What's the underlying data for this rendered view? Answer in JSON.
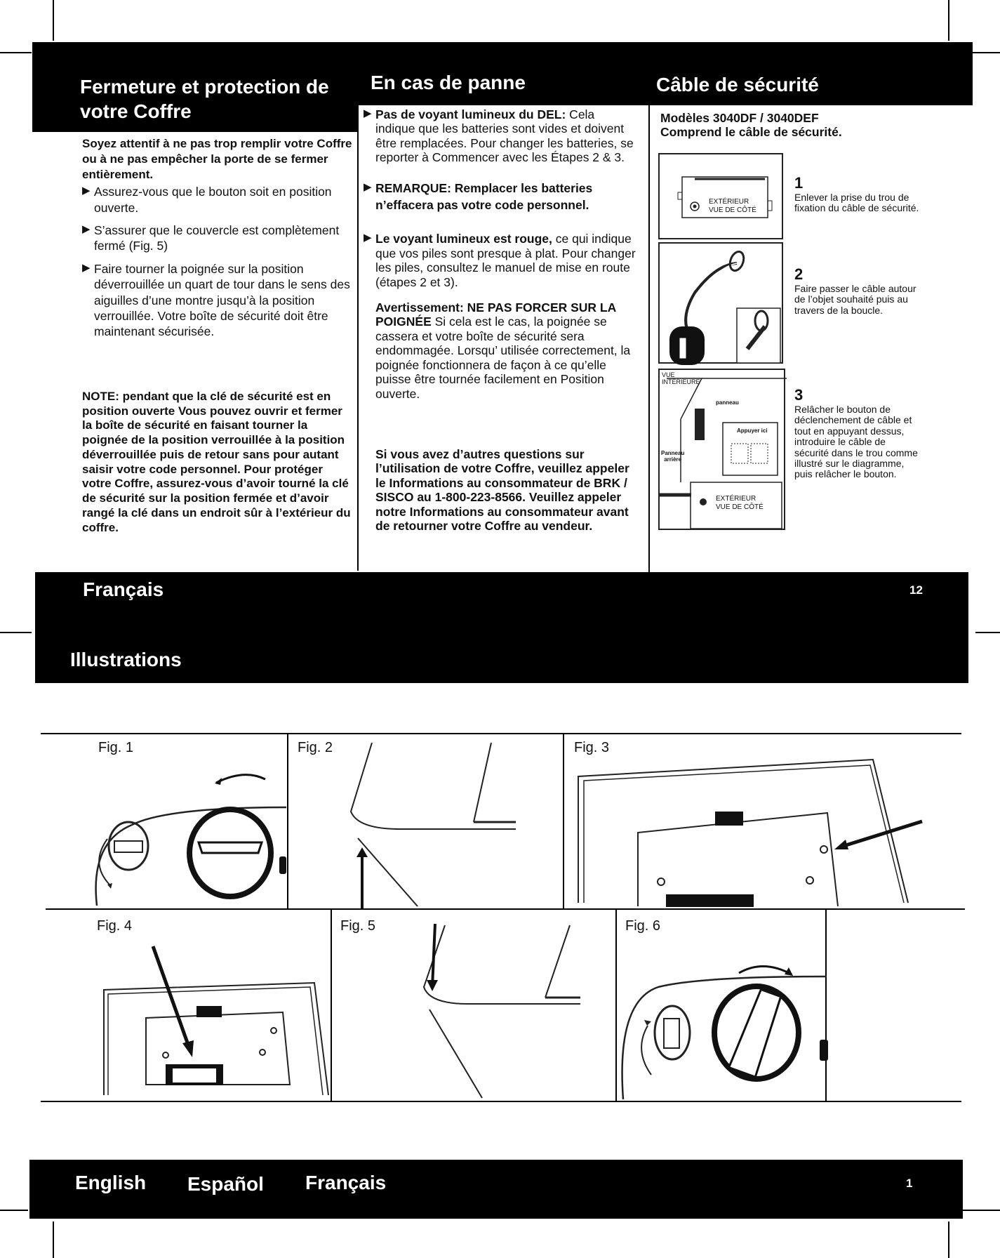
{
  "top_section": {
    "col1": {
      "title": "Fermeture et protection de votre Coffre",
      "intro": "Soyez attentif à ne pas trop remplir votre Coffre ou à ne pas empêcher la porte de se fermer entièrement.",
      "bullets": [
        "Assurez-vous que le bouton soit en position ouverte.",
        "S’assurer que le couvercle est complètement fermé (Fig. 5)",
        "Faire tourner la poignée sur la position déverrouillée un quart de tour dans le sens des aiguilles d’une montre jusqu’à la position verrouillée. Votre boîte de sécurité doit être maintenant sécurisée."
      ],
      "note": "NOTE: pendant que la clé de sécurité est en position ouverte Vous pouvez ouvrir et fermer la boîte de sécurité en faisant tourner la poignée de la position verrouillée à la position déverrouillée puis de retour sans pour autant saisir votre code personnel. Pour protéger votre Coffre, assurez-vous d’avoir tourné la clé de sécurité sur la position fermée et d’avoir rangé la clé dans un endroit sûr à l’extérieur du coffre."
    },
    "col2": {
      "title": "En cas de panne",
      "b1_bold": "Pas de voyant lumineux du DEL:",
      "b1_text": " Cela indique que les batteries sont vides et doivent être remplacées. Pour changer les batteries, se reporter à Commencer avec les Étapes 2 & 3.",
      "b2_bold": "REMARQUE",
      "b2_text": ": Remplacer les batteries n’effacera pas votre code personnel.",
      "b3_bold": "Le voyant lumineux est rouge,",
      "b3_text": " ce qui indique que vos piles sont presque à plat. Pour changer les piles, consultez le manuel de mise en route (étapes 2 et 3).",
      "warn_bold": "Avertissement: NE PAS FORCER SUR LA POIGNÉE",
      "warn_text": " Si cela est le cas, la poignée se cassera et votre boîte de sécurité sera endommagée. Lorsqu’ utilisée correctement, la poignée fonctionnera de façon à ce qu’elle puisse être tournée facilement en Position ouverte.",
      "contact": "Si vous avez d’autres questions sur l’utilisation de votre Coffre, veuillez appeler le Informations au consommateur de BRK / SISCO au 1-800-223-8566. Veuillez appeler notre Informations au consommateur avant de retourner votre Coffre au vendeur."
    },
    "col3": {
      "title": "Câble de sécurité",
      "models": "Modèles 3040DF / 3040DEF",
      "models2": "Comprend le câble de sécurité.",
      "steps": [
        {
          "num": "1",
          "text": "Enlever la prise du trou de fixation du câble de sécurité."
        },
        {
          "num": "2",
          "text": "Faire passer le câble autour de l’objet souhaité puis au travers de la boucle."
        },
        {
          "num": "3",
          "text": "Relâcher le bouton de déclenchement de câble et tout en appuyant dessus, introduire le câble de sécurité dans le trou comme illustré sur le diagramme, puis relâcher le bouton."
        }
      ],
      "img1_label": "EXTÉRIEUR\nVUE DE CÔTÉ",
      "img3_vue": "VUE\nINTÉRIEURE",
      "img3_panneau": "panneau",
      "img3_appuyer": "Appuyer ici",
      "img3_arriere": "Panneau\narrière",
      "img3_ext": "EXTÉRIEUR\nVUE DE CÔTÉ"
    },
    "footer_lang": "Français",
    "page_num": "12"
  },
  "bottom_section": {
    "title": "Illustrations",
    "figs": [
      "Fig. 1",
      "Fig. 2",
      "Fig. 3",
      "Fig. 4",
      "Fig. 5",
      "Fig. 6"
    ],
    "footer": {
      "langs": [
        "English",
        "Español",
        "Français"
      ],
      "page_num": "1"
    }
  }
}
